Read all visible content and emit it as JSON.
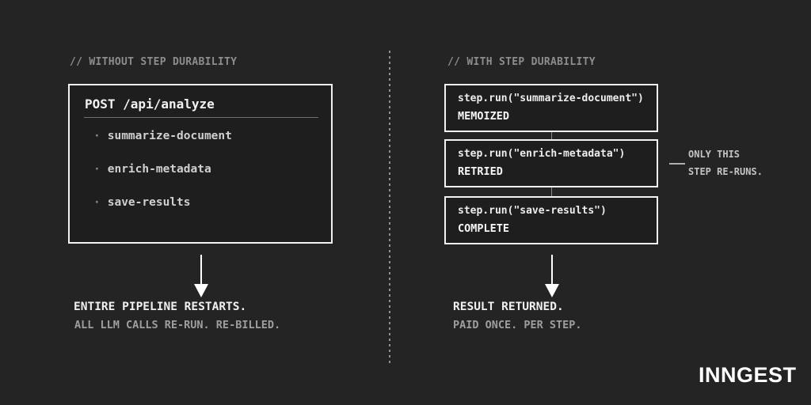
{
  "colors": {
    "background": "#242424",
    "box_fill": "#1e1e1e",
    "border": "#f2f2f2",
    "primary_text": "#f2f2f2",
    "muted_text": "#8d8d8d"
  },
  "left": {
    "header": "// WITHOUT STEP DURABILITY",
    "box": {
      "title": "POST /api/analyze",
      "bullet": "·",
      "items": [
        "summarize-document",
        "enrich-metadata",
        "save-results"
      ]
    },
    "caption_line1": "ENTIRE PIPELINE RESTARTS.",
    "caption_line2": "ALL LLM CALLS RE-RUN. RE-BILLED."
  },
  "right": {
    "header": "// WITH STEP DURABILITY",
    "steps": [
      {
        "code": "step.run(\"summarize-document\")",
        "status": "MEMOIZED"
      },
      {
        "code": "step.run(\"enrich-metadata\")",
        "status": "RETRIED"
      },
      {
        "code": "step.run(\"save-results\")",
        "status": "COMPLETE"
      }
    ],
    "annotation_line1": "ONLY THIS",
    "annotation_line2": "STEP RE-RUNS.",
    "caption_line1": "RESULT RETURNED.",
    "caption_line2": "PAID ONCE. PER STEP."
  },
  "brand": {
    "logo_text": "INNGEST"
  }
}
